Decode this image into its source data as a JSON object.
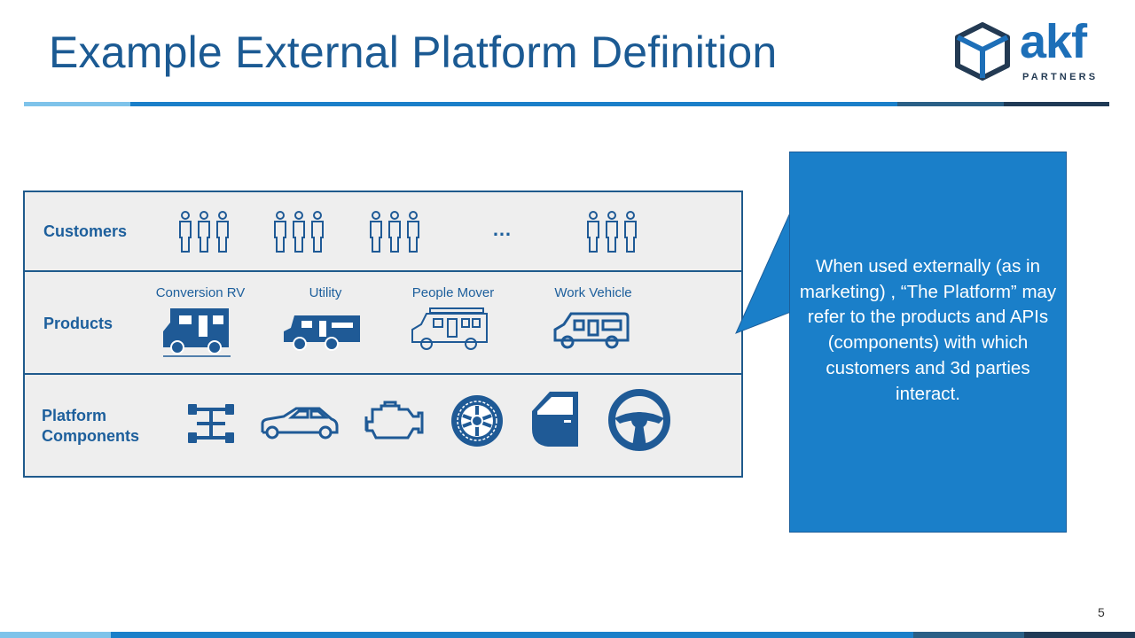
{
  "slide": {
    "title": "Example External Platform Definition",
    "page_number": "5"
  },
  "logo": {
    "name": "akf",
    "tagline": "PARTNERS"
  },
  "rows": {
    "customers": {
      "label": "Customers",
      "ellipsis": "…"
    },
    "products": {
      "label": "Products",
      "items": [
        "Conversion RV",
        "Utility",
        "People Mover",
        "Work Vehicle"
      ]
    },
    "platform": {
      "label_line1": "Platform",
      "label_line2": "Components"
    }
  },
  "icons": {
    "customers": [
      "people-group-icon",
      "people-group-icon",
      "people-group-icon",
      "people-group-icon"
    ],
    "products": [
      "conversion-rv-icon",
      "utility-rv-icon",
      "people-mover-icon",
      "work-vehicle-icon"
    ],
    "components": [
      "chassis-icon",
      "car-body-icon",
      "engine-icon",
      "wheel-icon",
      "door-icon",
      "steering-wheel-icon"
    ]
  },
  "callout": {
    "text": "When used externally (as in marketing) , “The Platform” may refer to the products and APIs (components) with which customers and 3d parties interact."
  },
  "colors": {
    "title": "#1b5a93",
    "callout_fill": "#1a7fc9",
    "row_fill": "#eeeeee",
    "row_border": "#1f5a8c",
    "icon_blue": "#1f5a96"
  }
}
